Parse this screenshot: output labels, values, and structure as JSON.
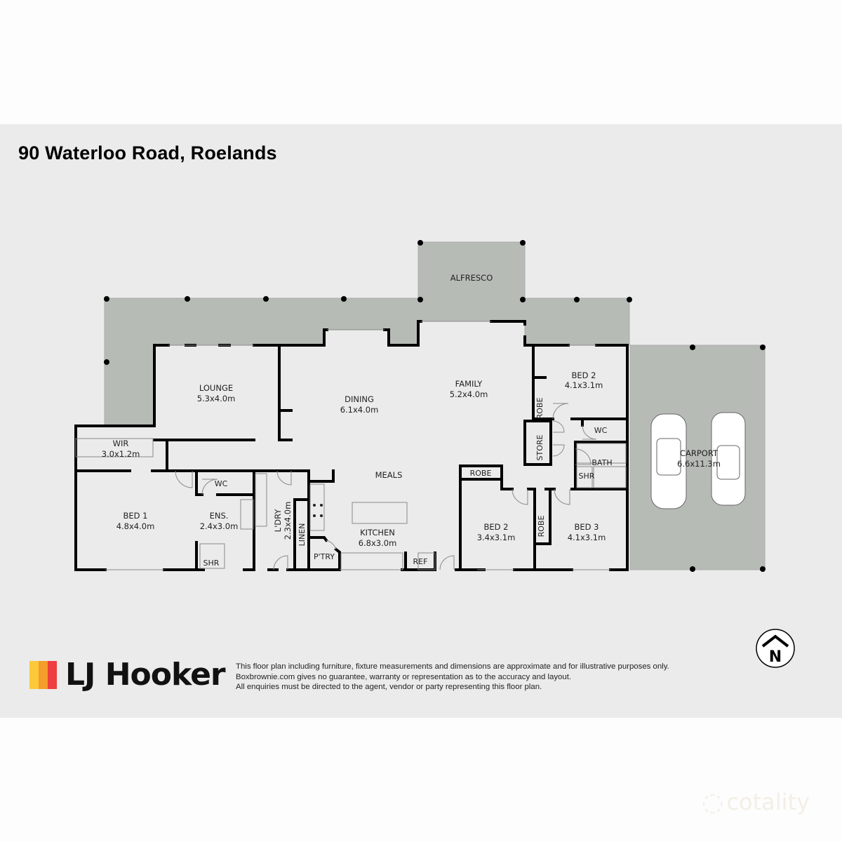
{
  "header": {
    "title": "90 Waterloo Road, Roelands"
  },
  "colors": {
    "panel": "#ebebeb",
    "outdoor": "#b7bbb6",
    "wall": "#000000",
    "logo_yellow": "#fcc93a",
    "logo_orange": "#f49d2b",
    "logo_red": "#ee3e3e"
  },
  "rooms": {
    "alfresco": {
      "name": "ALFRESCO"
    },
    "lounge": {
      "name": "LOUNGE",
      "size": "5.3x4.0m"
    },
    "dining": {
      "name": "DINING",
      "size": "6.1x4.0m"
    },
    "family": {
      "name": "FAMILY",
      "size": "5.2x4.0m"
    },
    "bed2_top": {
      "name": "BED 2",
      "size": "4.1x3.1m"
    },
    "wir": {
      "name": "WIR",
      "size": "3.0x1.2m"
    },
    "bed1": {
      "name": "BED 1",
      "size": "4.8x4.0m"
    },
    "ens": {
      "name": "ENS.",
      "size": "2.4x3.0m"
    },
    "ens_wc": {
      "name": "WC"
    },
    "ens_shr": {
      "name": "SHR"
    },
    "ldry": {
      "name": "L'DRY",
      "size": "2.3x4.0m"
    },
    "linen": {
      "name": "LINEN"
    },
    "meals": {
      "name": "MEALS"
    },
    "kitchen": {
      "name": "KITCHEN",
      "size": "6.8x3.0m"
    },
    "ptry": {
      "name": "P'TRY"
    },
    "ref": {
      "name": "REF"
    },
    "robe_top": {
      "name": "ROBE"
    },
    "store": {
      "name": "STORE"
    },
    "wc": {
      "name": "WC"
    },
    "bath": {
      "name": "BATH"
    },
    "bath_shr": {
      "name": "SHR"
    },
    "robe_bed2": {
      "name": "ROBE"
    },
    "bed2_bottom": {
      "name": "BED 2",
      "size": "3.4x3.1m"
    },
    "robe_bed3": {
      "name": "ROBE"
    },
    "bed3": {
      "name": "BED 3",
      "size": "4.1x3.1m"
    },
    "carport": {
      "name": "CARPORT",
      "size": "6.6x11.3m"
    }
  },
  "logo": {
    "text": "LJ Hooker"
  },
  "disclaimer": {
    "line1": "This floor plan including furniture, fixture measurements and dimensions are approximate and for illustrative purposes only.",
    "line2": "Boxbrownie.com gives no guarantee, warranty or representation as to the accuracy and layout.",
    "line3": "All enquiries must be directed to the agent, vendor or party representing this floor plan."
  },
  "compass": {
    "letter": "N"
  },
  "watermark": {
    "text": "cotality"
  }
}
